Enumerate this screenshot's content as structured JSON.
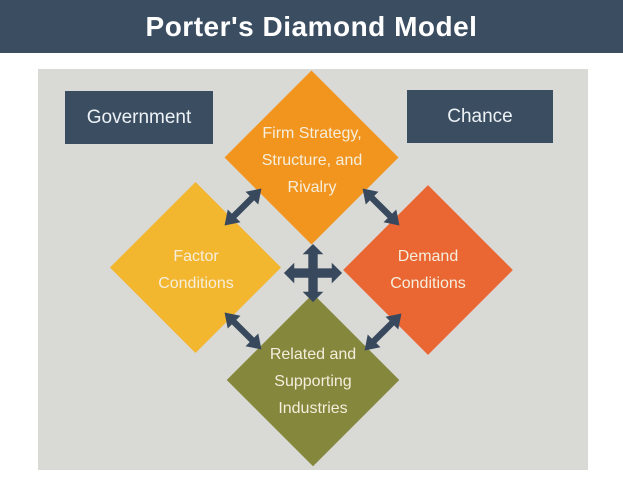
{
  "header": {
    "title": "Porter's Diamond Model"
  },
  "boxes": {
    "government": "Government",
    "chance": "Chance"
  },
  "diamonds": {
    "firm": "Firm Strategy,\nStructure, and\nRivalry",
    "factor": "Factor\nConditions",
    "demand": "Demand\nConditions",
    "related": "Related and\nSupporting\nIndustries"
  },
  "colors": {
    "header-bg": "#3B4E61",
    "title-text": "#FFFFFF",
    "panel-bg": "#D9D9D6",
    "box-bg": "#3B4E61",
    "box-text": "#EDF2F6",
    "diamond-text": "#F5EEDC",
    "firm-bg": "#F2951F",
    "factor-bg": "#F3B62F",
    "demand-bg": "#EA6633",
    "related-bg": "#85873D",
    "arrow": "#39495D"
  }
}
